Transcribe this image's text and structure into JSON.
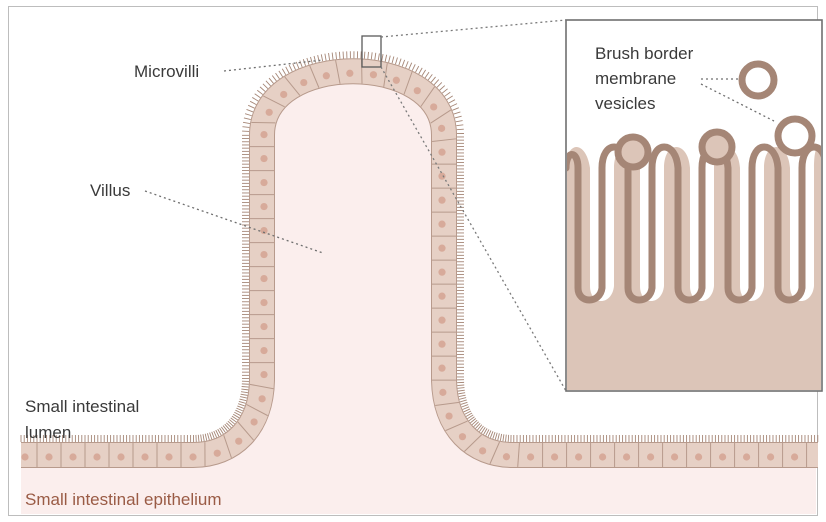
{
  "labels": {
    "microvilli": "Microvilli",
    "villus": "Villus",
    "lumen_line1": "Small intestinal",
    "lumen_line2": "lumen",
    "epithelium": "Small intestinal epithelium",
    "inset_line1": "Brush border",
    "inset_line2": "membrane",
    "inset_line3": "vesicles"
  },
  "colors": {
    "tissue_fill": "#fbeeed",
    "cell_fill": "#e6d0c5",
    "cell_border": "#b79a8c",
    "nucleus": "#d7aa9a",
    "microvilli": "#a58676",
    "leader_line": "#6f6f6f",
    "inset_border": "#707070",
    "inset_tissue": "#dcc5b8",
    "inset_membrane": "#a58676",
    "epithelium_text": "#9a5b45"
  }
}
